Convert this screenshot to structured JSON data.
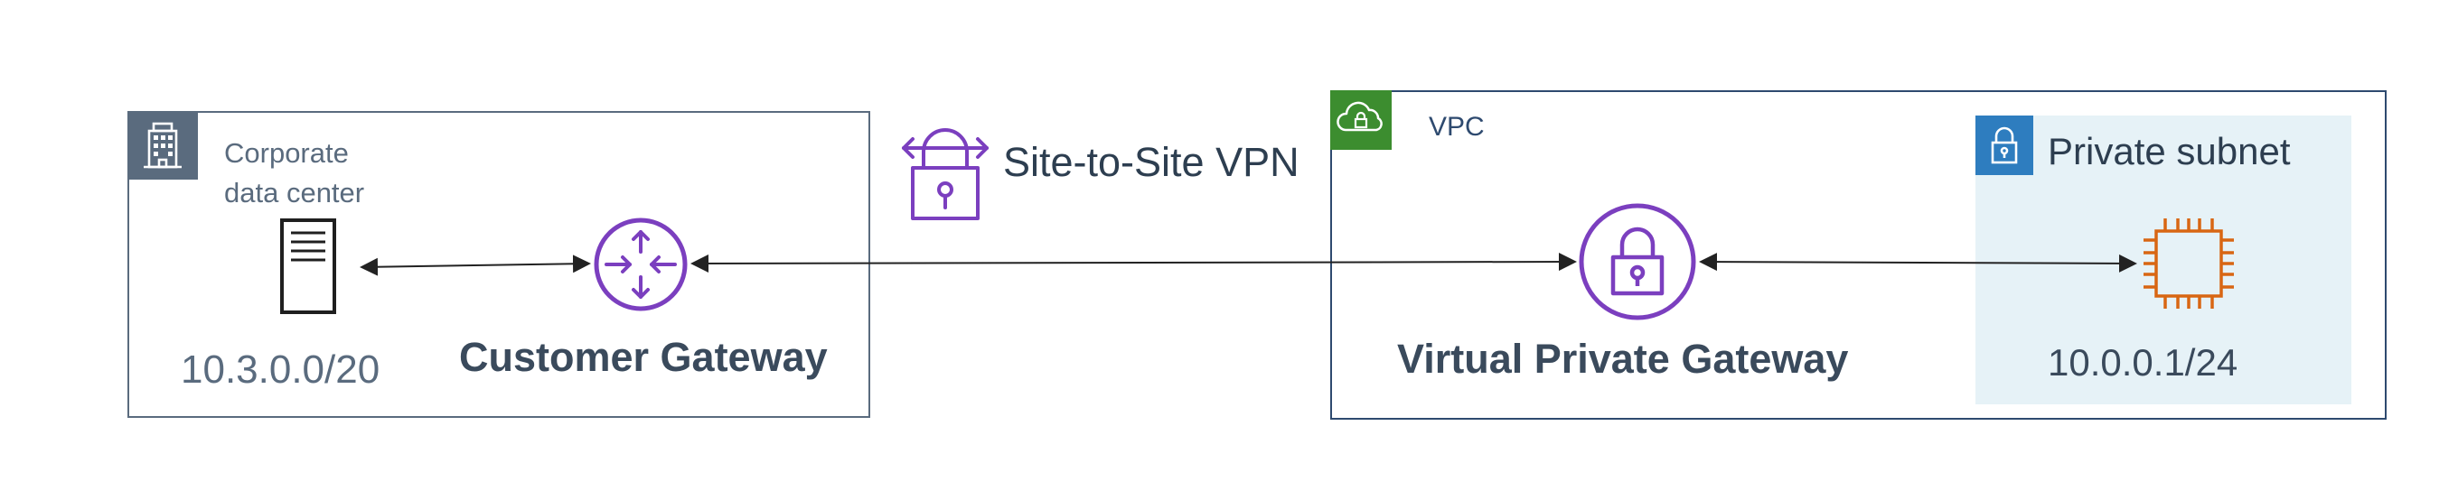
{
  "corporate": {
    "label_line1": "Corporate",
    "label_line2": "data center",
    "cidr": "10.3.0.0/20",
    "border_color": "#5a6b7e"
  },
  "customer_gateway": {
    "label": "Customer Gateway"
  },
  "vpn": {
    "label": "Site-to-Site VPN"
  },
  "vpc": {
    "label": "VPC",
    "border_color": "#2e4a6f",
    "badge_color": "#3c8d2f"
  },
  "virtual_private_gateway": {
    "label": "Virtual Private Gateway"
  },
  "private_subnet": {
    "label": "Private subnet",
    "cidr": "10.0.0.1/24",
    "background_color": "#e6f2f7",
    "badge_color": "#2e7dbf"
  },
  "icons": {
    "corporate": "building-icon",
    "server": "server-icon",
    "customer_gateway": "router-icon",
    "vpn": "vpn-lock-icon",
    "vpc": "cloud-lock-icon",
    "vpg": "padlock-circle-icon",
    "subnet": "padlock-icon",
    "instance": "chip-icon"
  },
  "accent_colors": {
    "purple": "#7b3fbf",
    "orange": "#d86613"
  }
}
